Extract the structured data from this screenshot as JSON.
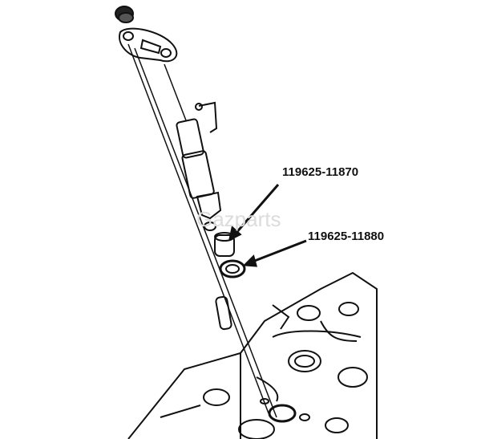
{
  "labels": {
    "part_1": "119625-11870",
    "part_2": "119625-11880"
  },
  "watermark": "Gazparts",
  "colors": {
    "ink": "#111111",
    "watermark": "#dcdcdc"
  }
}
